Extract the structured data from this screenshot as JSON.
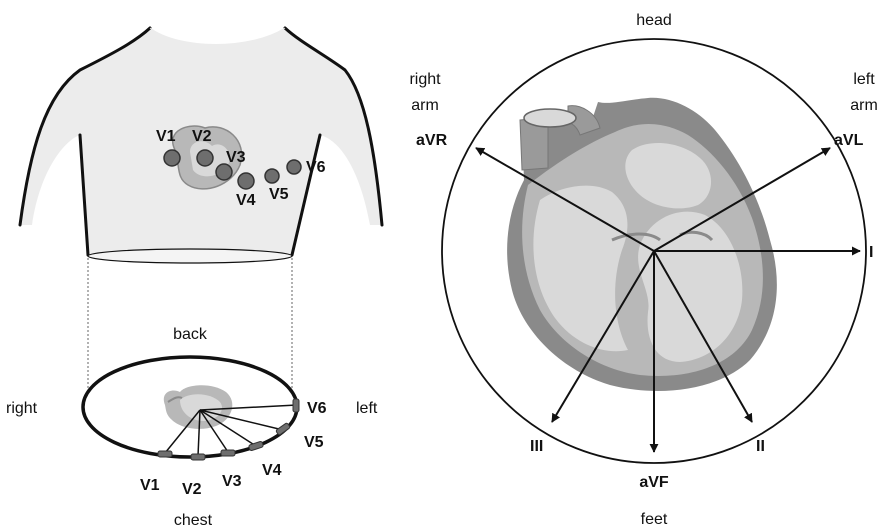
{
  "torso": {
    "electrodes": [
      "V1",
      "V2",
      "V3",
      "V4",
      "V5",
      "V6"
    ]
  },
  "cross_section": {
    "top_label": "back",
    "bottom_label": "chest",
    "left_label": "right",
    "right_label": "left",
    "electrodes": [
      "V1",
      "V2",
      "V3",
      "V4",
      "V5",
      "V6"
    ]
  },
  "limb_leads": {
    "top_label": "head",
    "bottom_label": "feet",
    "right_arm_line1": "right",
    "right_arm_line2": "arm",
    "left_arm_line1": "left",
    "left_arm_line2": "arm",
    "leads": {
      "aVR": "aVR",
      "aVL": "aVL",
      "I": "I",
      "II": "II",
      "III": "III",
      "aVF": "aVF"
    }
  },
  "colors": {
    "skin": "#ececec",
    "heart_dark": "#8a8a8a",
    "heart_mid": "#b8b8b8",
    "heart_light": "#d9d9d9",
    "electrode": "#6e6e6e",
    "ink": "#111111"
  }
}
